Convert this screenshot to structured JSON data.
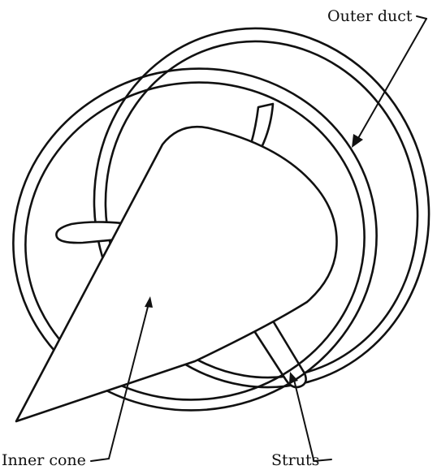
{
  "labels": {
    "outer_duct": "Outer duct",
    "inner_cone": "Inner cone",
    "struts": "Struts"
  }
}
